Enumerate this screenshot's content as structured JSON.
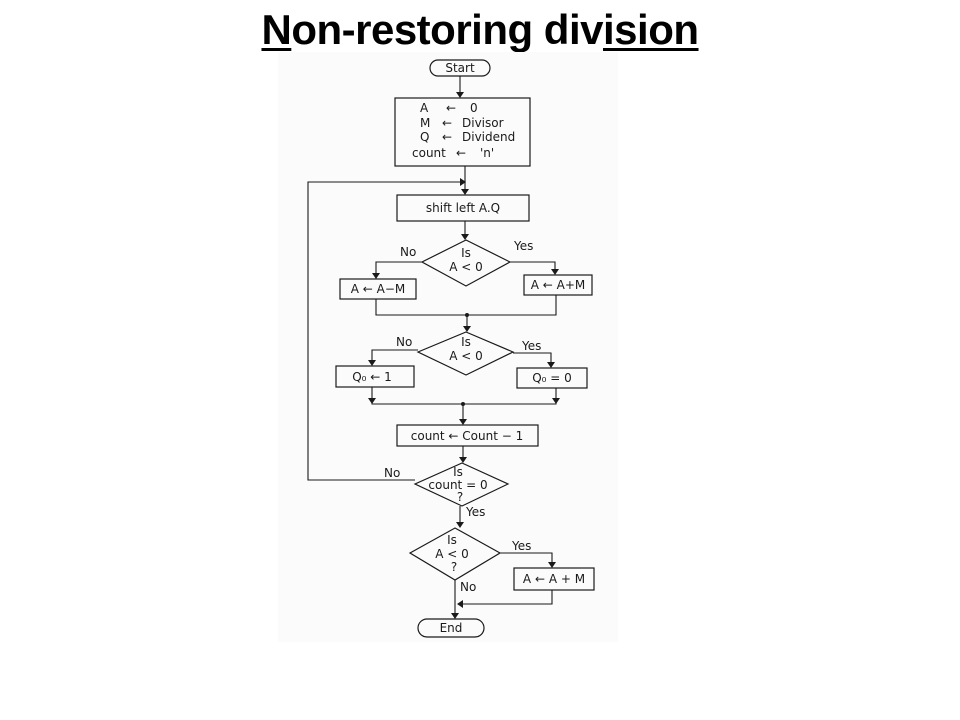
{
  "title": {
    "part_n": "N",
    "part_mid": "on-restoring div",
    "part_end": "ision"
  },
  "flowchart": {
    "start": "Start",
    "init": {
      "line1_left": "A",
      "line1_right": "0",
      "line2_left": "M",
      "line2_right": "Divisor",
      "line3_left": "Q",
      "line3_right": "Dividend",
      "line4_left": "count",
      "line4_right": "'n'"
    },
    "shift": "shift left A.Q",
    "decision1": {
      "line1": "Is",
      "line2": "A < 0",
      "no": "No",
      "yes": "Yes"
    },
    "sub_box": "A ← A−M",
    "add_box": "A ← A+M",
    "decision2": {
      "line1": "Is",
      "line2": "A < 0",
      "no": "No",
      "yes": "Yes"
    },
    "q_one": "Q₀ ← 1",
    "q_zero": "Q₀ = 0",
    "count_box": "count ← Count − 1",
    "decision3": {
      "line1": "Is",
      "line2": "count = 0",
      "line3": "?",
      "no": "No",
      "yes": "Yes"
    },
    "decision4": {
      "line1": "Is",
      "line2": "A < 0",
      "line3": "?",
      "yes": "Yes",
      "no": "No"
    },
    "final_add": "A ← A + M",
    "end": "End"
  }
}
